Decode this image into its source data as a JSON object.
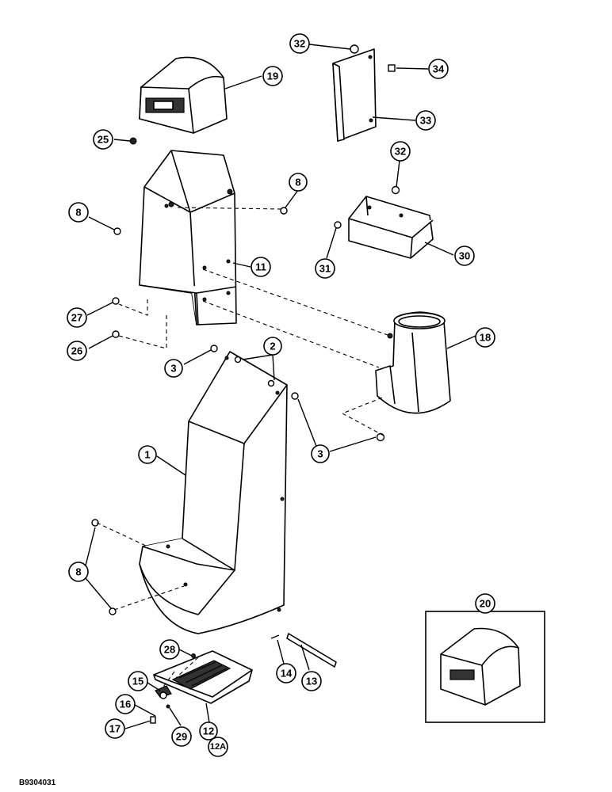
{
  "drawing_id": "B9304031",
  "callouts": [
    {
      "id": "c32a",
      "label": "32"
    },
    {
      "id": "c34",
      "label": "34"
    },
    {
      "id": "c19",
      "label": "19"
    },
    {
      "id": "c33",
      "label": "33"
    },
    {
      "id": "c25",
      "label": "25"
    },
    {
      "id": "c32b",
      "label": "32"
    },
    {
      "id": "c8a",
      "label": "8"
    },
    {
      "id": "c8b",
      "label": "8"
    },
    {
      "id": "c11",
      "label": "11"
    },
    {
      "id": "c31",
      "label": "31"
    },
    {
      "id": "c30",
      "label": "30"
    },
    {
      "id": "c27",
      "label": "27"
    },
    {
      "id": "c26",
      "label": "26"
    },
    {
      "id": "c18",
      "label": "18"
    },
    {
      "id": "c2",
      "label": "2"
    },
    {
      "id": "c3a",
      "label": "3"
    },
    {
      "id": "c3b",
      "label": "3"
    },
    {
      "id": "c1",
      "label": "1"
    },
    {
      "id": "c8c",
      "label": "8"
    },
    {
      "id": "c20",
      "label": "20"
    },
    {
      "id": "c28",
      "label": "28"
    },
    {
      "id": "c14",
      "label": "14"
    },
    {
      "id": "c13",
      "label": "13"
    },
    {
      "id": "c15",
      "label": "15"
    },
    {
      "id": "c16",
      "label": "16"
    },
    {
      "id": "c17",
      "label": "17"
    },
    {
      "id": "c29",
      "label": "29"
    },
    {
      "id": "c12",
      "label": "12"
    },
    {
      "id": "c12a",
      "label": "12A"
    }
  ]
}
